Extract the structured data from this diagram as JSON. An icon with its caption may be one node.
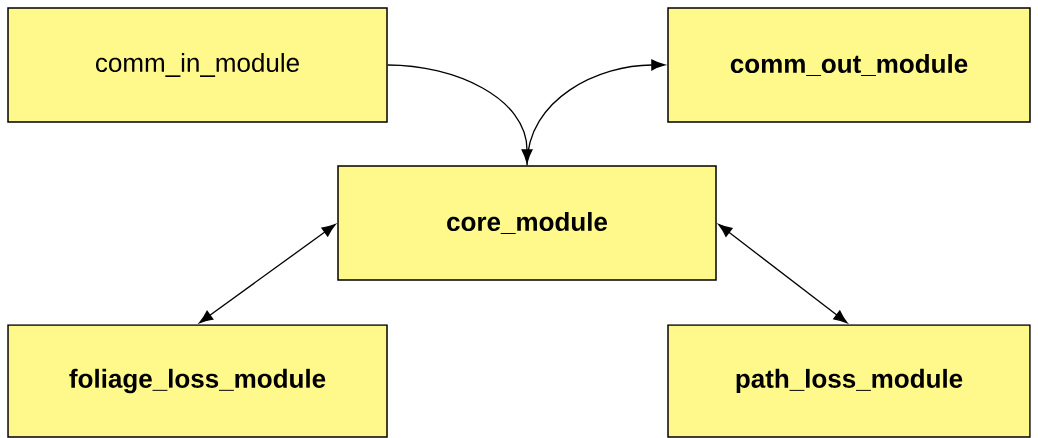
{
  "diagram": {
    "nodes": [
      {
        "text": [
          "comm_in_module"
        ]
      },
      {
        "text": [
          "comm_out_module"
        ]
      },
      {
        "text": [
          "core_module"
        ]
      },
      {
        "text": [
          "foliage_loss_module"
        ]
      },
      {
        "text": [
          "path_loss_module"
        ]
      }
    ],
    "edges": [
      {
        "from": 0,
        "to": 2,
        "arrow": "to"
      },
      {
        "from": 2,
        "to": 1,
        "arrow": "to"
      },
      {
        "from": 2,
        "to": 3,
        "arrow": "both"
      },
      {
        "from": 2,
        "to": 4,
        "arrow": "both"
      }
    ]
  }
}
